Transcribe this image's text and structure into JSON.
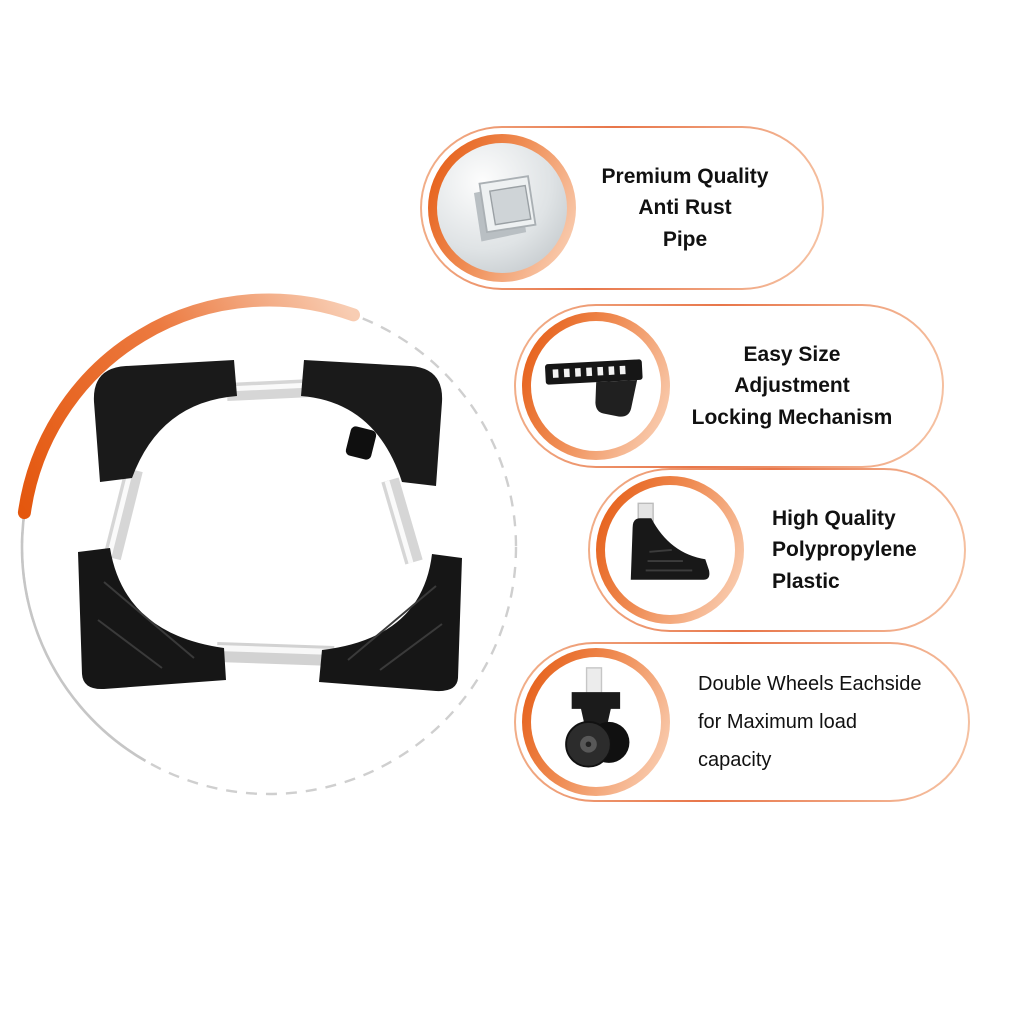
{
  "hero": {
    "alt": "Adjustable multi-functional appliance stand base with four corner brackets and telescopic pipes",
    "ring_colors": {
      "orange_start": "#e4570e",
      "orange_end": "#f8cdb3",
      "gray_solid": "#c6c6c6",
      "gray_dashed": "#cfcfcf"
    }
  },
  "features": [
    {
      "icon": "square-pipe-icon",
      "lines": [
        "Premium Quality",
        "Anti Rust",
        "Pipe"
      ]
    },
    {
      "icon": "locking-mechanism-icon",
      "lines": [
        "Easy Size",
        "Adjustment",
        "Locking Mechanism"
      ]
    },
    {
      "icon": "corner-plastic-icon",
      "lines": [
        "High Quality",
        "Polypropylene",
        "Plastic"
      ]
    },
    {
      "icon": "caster-wheel-icon",
      "lines": [
        "Double Wheels Eachside",
        "for Maximum load",
        "capacity"
      ]
    }
  ],
  "colors": {
    "accent_dark": "#e4570e",
    "accent_light": "#f8cdb3",
    "text": "#111111",
    "plastic_black": "#1a1a1a",
    "pipe_gray": "#d8d8d8"
  }
}
